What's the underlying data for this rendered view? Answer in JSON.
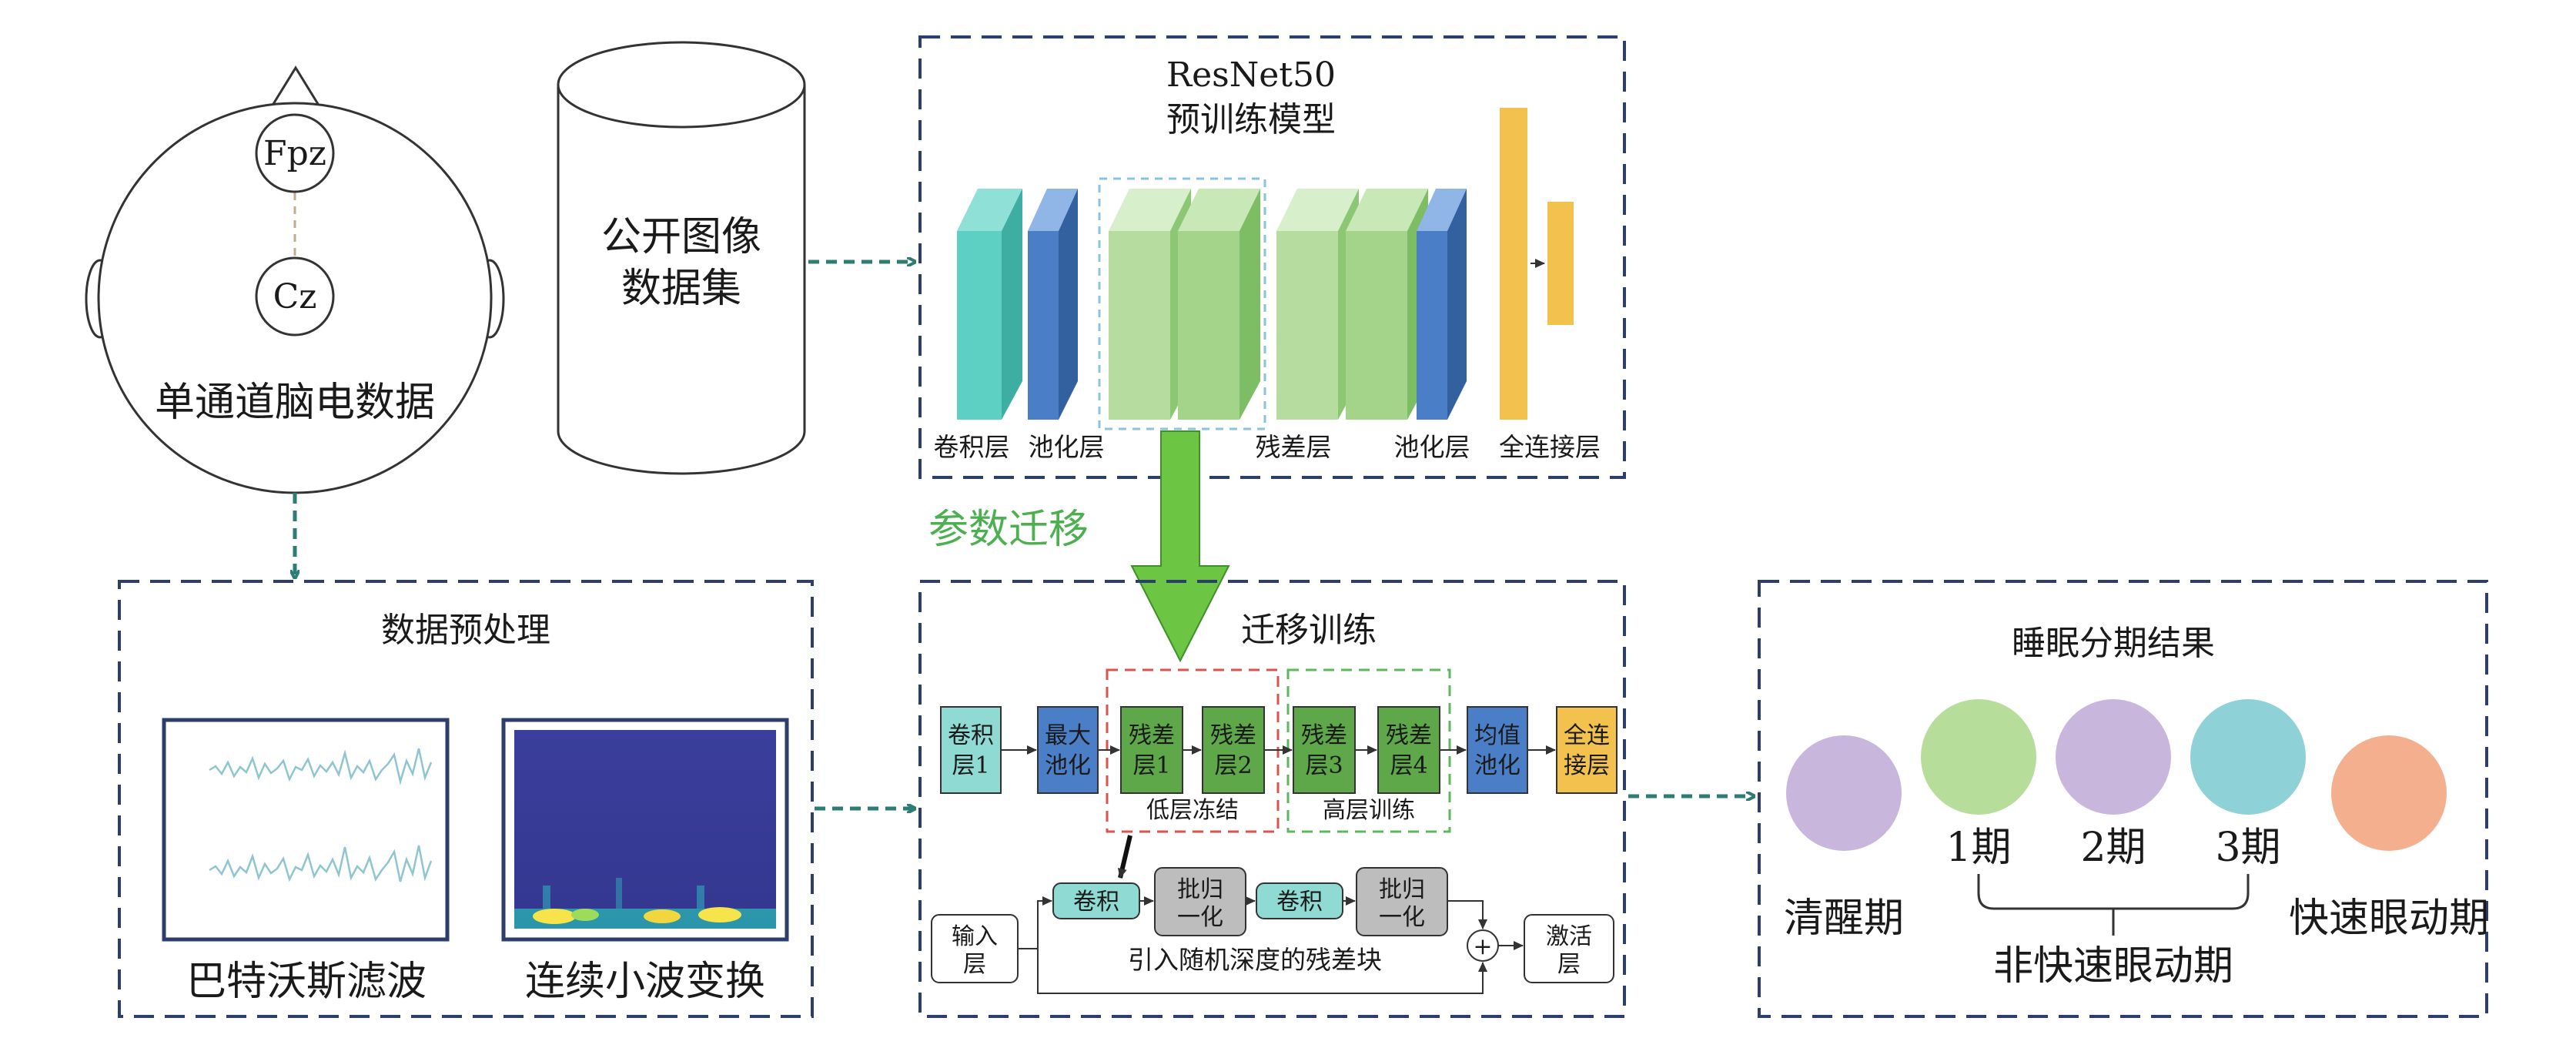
{
  "eeg": {
    "title": "单通道脑电数据",
    "electrode_top": "Fpz",
    "electrode_bottom": "Cz"
  },
  "dataset": {
    "line1": "公开图像",
    "line2": "数据集"
  },
  "resnet": {
    "title_line1": "ResNet50",
    "title_line2": "预训练模型",
    "labels": [
      "卷积层",
      "池化层",
      "残差层",
      "池化层",
      "全连接层"
    ]
  },
  "transfer_label": "参数迁移",
  "preprocess": {
    "title": "数据预处理",
    "panel1_caption": "巴特沃斯滤波",
    "panel2_caption": "连续小波变换"
  },
  "training": {
    "title": "迁移训练",
    "blocks": [
      {
        "line1": "卷积",
        "line2": "层1"
      },
      {
        "line1": "最大",
        "line2": "池化"
      },
      {
        "line1": "残差",
        "line2": "层1"
      },
      {
        "line1": "残差",
        "line2": "层2"
      },
      {
        "line1": "残差",
        "line2": "层3"
      },
      {
        "line1": "残差",
        "line2": "层4"
      },
      {
        "line1": "均值",
        "line2": "池化"
      },
      {
        "line1": "全连",
        "line2": "接层"
      }
    ],
    "frozen_label": "低层冻结",
    "highlevel_label": "高层训练",
    "input": {
      "line1": "输入",
      "line2": "层"
    },
    "conv1": "卷积",
    "bn1": {
      "line1": "批归",
      "line2": "一化"
    },
    "conv2": "卷积",
    "bn2": {
      "line1": "批归",
      "line2": "一化"
    },
    "activation": {
      "line1": "激活",
      "line2": "层"
    },
    "residual_caption": "引入随机深度的残差块",
    "plus_symbol": "+"
  },
  "results": {
    "title": "睡眠分期结果",
    "wake": "清醒期",
    "stage1": "1期",
    "stage2": "2期",
    "stage3": "3期",
    "nrem": "非快速眼动期",
    "rem": "快速眼动期"
  },
  "colors": {
    "dashed_box": "#2c3e6b",
    "teal_arrow": "#2e7d74",
    "transfer_green": "#6cc644",
    "transfer_text": "#4caf50",
    "conv_teal": "#5ecfc3",
    "pool_blue": "#4a7fc8",
    "res_green_light": "#b8e0a8",
    "res_green_dark": "#5ea84a",
    "fc_yellow": "#f2c14e",
    "frozen_red": "#d9534f",
    "highlevel_green": "#5cb85c",
    "circle_purple": "#c9b6dc",
    "circle_green": "#b6dd9a",
    "circle_teal": "#8ed1d6",
    "circle_orange": "#f4b08e"
  }
}
